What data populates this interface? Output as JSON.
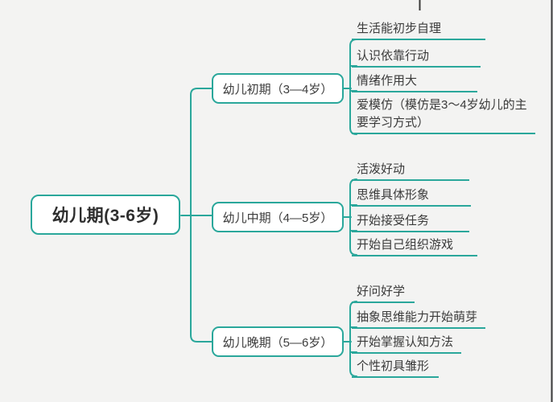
{
  "diagram": {
    "type": "mindmap",
    "root": {
      "label": "幼儿期(3-6岁)"
    },
    "branches": [
      {
        "label": "幼儿初期（3—4岁）",
        "leaves": [
          "生活能初步自理",
          "认识依靠行动",
          "情绪作用大",
          "爱模仿（模仿是3～4岁幼儿的主要学习方式）"
        ]
      },
      {
        "label": "幼儿中期（4—5岁）",
        "leaves": [
          "活泼好动",
          "思维具体形象",
          "开始接受任务",
          "开始自己组织游戏"
        ]
      },
      {
        "label": "幼儿晚期（5—6岁）",
        "leaves": [
          "好问好学",
          "抽象思维能力开始萌芽",
          "开始掌握认知方法",
          "个性初具雏形"
        ]
      }
    ],
    "colors": {
      "connector": "#2aa79b",
      "node_border": "#2aa79b",
      "node_background": "#ffffff",
      "text": "#3b3b3b",
      "canvas_background": "#f3f3f2",
      "crop_artifact_line": "#3a3a3a"
    }
  }
}
